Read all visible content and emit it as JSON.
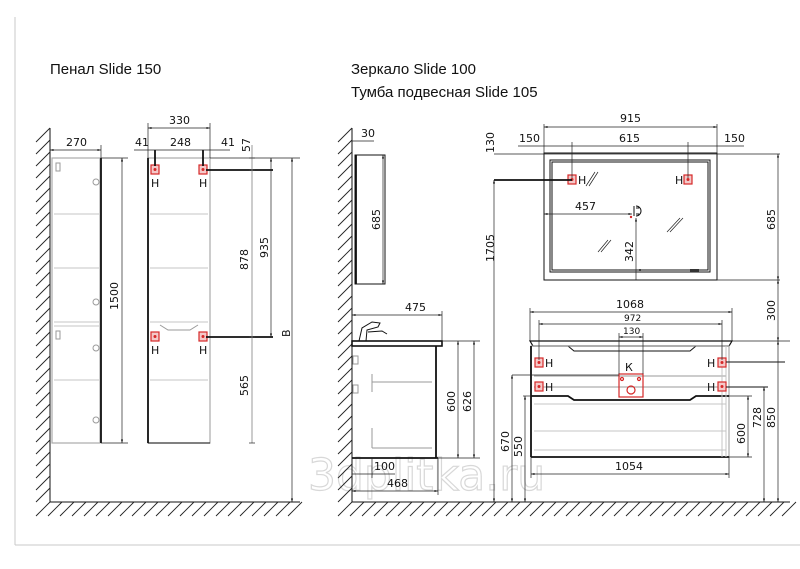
{
  "titles": {
    "penal": "Пенал Slide 150",
    "mirror": "Зеркало Slide 100",
    "cabinet": "Тумба подвесная Slide 105"
  },
  "watermark": "3dplitka.ru",
  "markers": {
    "hook": "Н",
    "socket_box": "К",
    "height_var": "В"
  },
  "penal_side": {
    "depth": "270",
    "height": "1500"
  },
  "penal_front": {
    "width": "330",
    "left_offset": "41",
    "hook_spacing": "248",
    "right_offset": "41",
    "top_to_hook": "57",
    "hook_to_hook": "878",
    "top_to_lower_hook": "935",
    "lower_hook_to_bottom": "565"
  },
  "mirror_side": {
    "depth": "30",
    "height": "685"
  },
  "cabinet_side": {
    "depth_top": "475",
    "front_height": "600",
    "total_height": "626",
    "hook_offset": "100",
    "body_depth": "468",
    "floor_to_top": "670"
  },
  "mirror_front": {
    "width": "915",
    "left_margin": "150",
    "hook_spacing": "615",
    "right_margin": "150",
    "top_to_hooks": "130",
    "floor_to_hooks": "1705",
    "socket_from_left": "457",
    "socket_from_bottom": "342",
    "height": "685",
    "gap_to_cabinet": "300"
  },
  "cabinet_front": {
    "top_width": "1068",
    "hook_spacing": "972",
    "socket_width": "130",
    "bottom_width": "1054",
    "floor_to_pipe": "670",
    "floor_to_bottom_hooks_left": "550",
    "body_height": "600",
    "floor_to_lower_hooks": "728",
    "floor_to_top": "850"
  }
}
